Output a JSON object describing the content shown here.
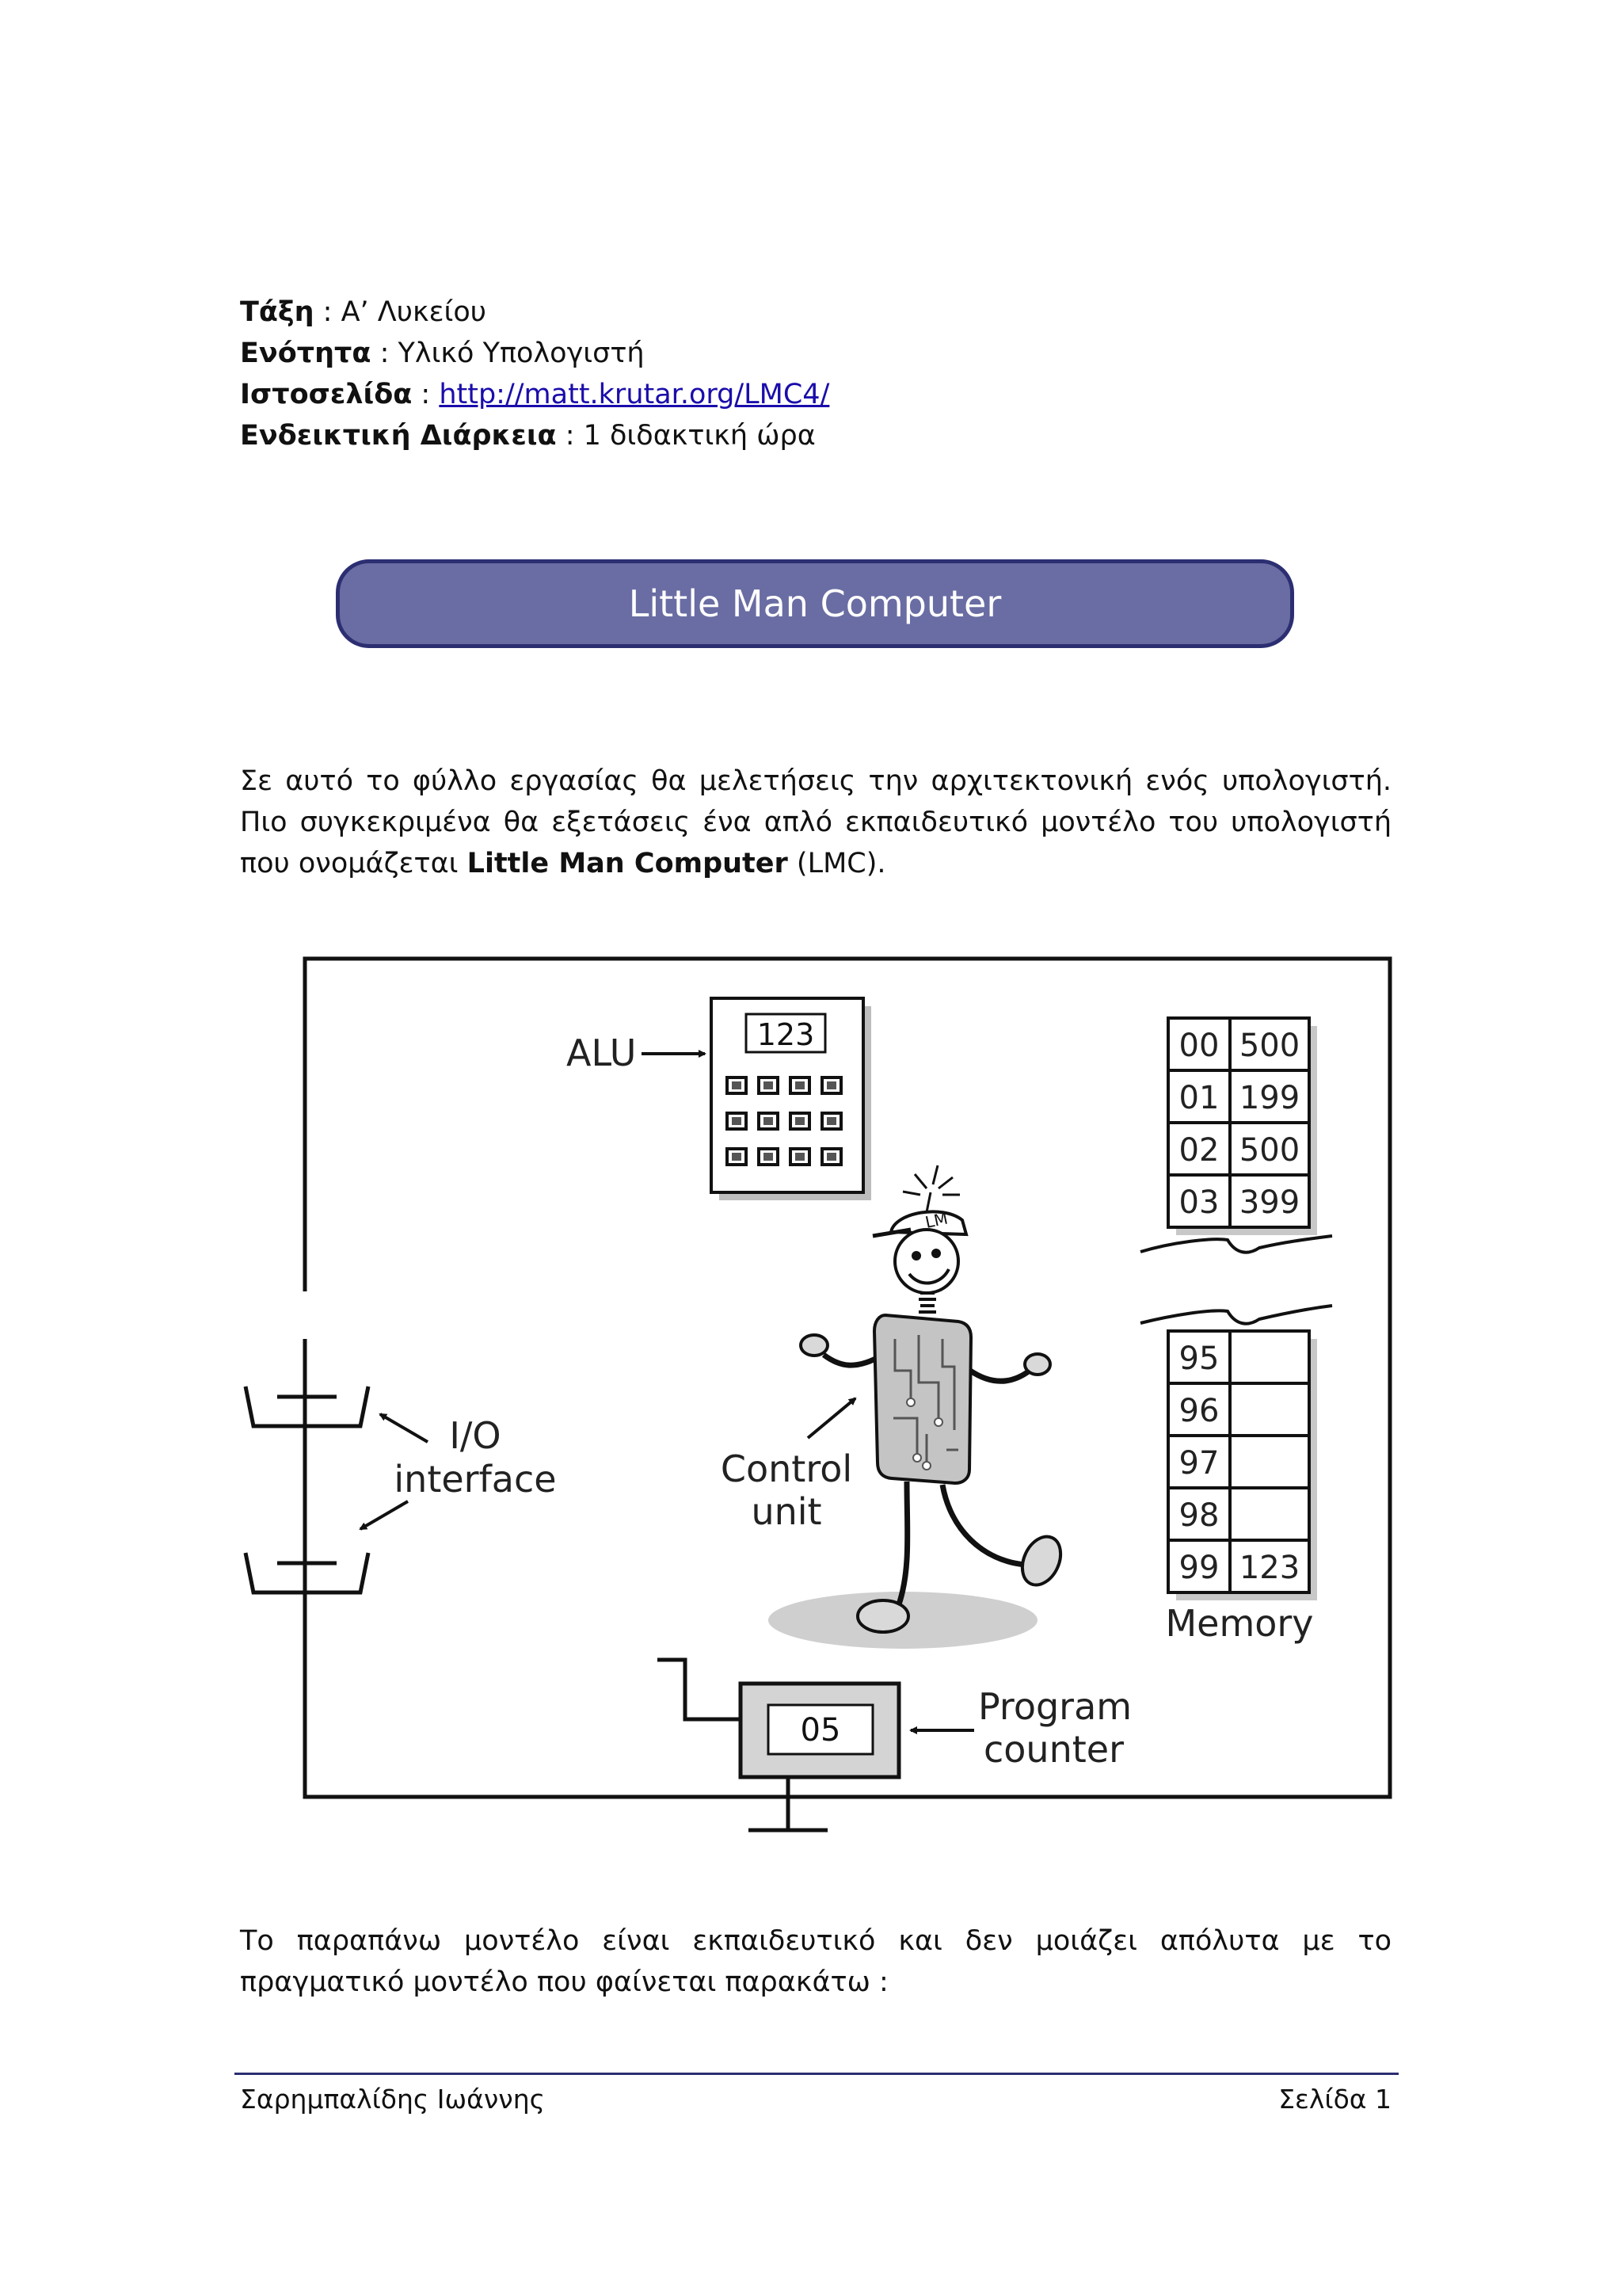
{
  "meta": [
    {
      "label": "Τάξη",
      "sep": " : ",
      "value": "Α’ Λυκείου"
    },
    {
      "label": "Ενότητα",
      "sep": " : ",
      "value": "Υλικό Υπολογιστή"
    },
    {
      "label": "Ιστοσελίδα",
      "sep": " : ",
      "value": "http://matt.krutar.org/LMC4/"
    },
    {
      "label": "Ενδεικτική Διάρκεια",
      "sep": " : ",
      "value": "1 διδακτική ώρα"
    }
  ],
  "title": "Little Man Computer",
  "intro": {
    "text": "Σε αυτό το φύλλο εργασίας θα μελετήσεις την αρχιτεκτονική ενός υπολογιστή. Πιο συγκεκριμένα θα εξετάσεις ένα απλό εκπαιδευτικό μοντέλο του υπολογιστή που ονομάζεται ",
    "bold": "Little Man Computer",
    "tail": " (LMC)."
  },
  "figure": {
    "alu_label": "ALU",
    "alu_display": "123",
    "io_label_1": "I/O",
    "io_label_2": "interface",
    "control_label_1": "Control",
    "control_label_2": "unit",
    "cap_text": "LM",
    "memory_label": "Memory",
    "memory_top": [
      {
        "addr": "00",
        "val": "500"
      },
      {
        "addr": "01",
        "val": "199"
      },
      {
        "addr": "02",
        "val": "500"
      },
      {
        "addr": "03",
        "val": "399"
      }
    ],
    "memory_bottom": [
      {
        "addr": "95",
        "val": ""
      },
      {
        "addr": "96",
        "val": ""
      },
      {
        "addr": "97",
        "val": ""
      },
      {
        "addr": "98",
        "val": ""
      },
      {
        "addr": "99",
        "val": "123"
      }
    ],
    "pc_value": "05",
    "pc_label_1": "Program",
    "pc_label_2": "counter"
  },
  "outro": "Το παραπάνω μοντέλο είναι εκπαιδευτικό και δεν μοιάζει απόλυτα με το πραγματικό μοντέλο που φαίνεται παρακάτω :",
  "footer": {
    "author": "Σαρημπαλίδης Ιωάννης",
    "page": "Σελίδα 1"
  }
}
